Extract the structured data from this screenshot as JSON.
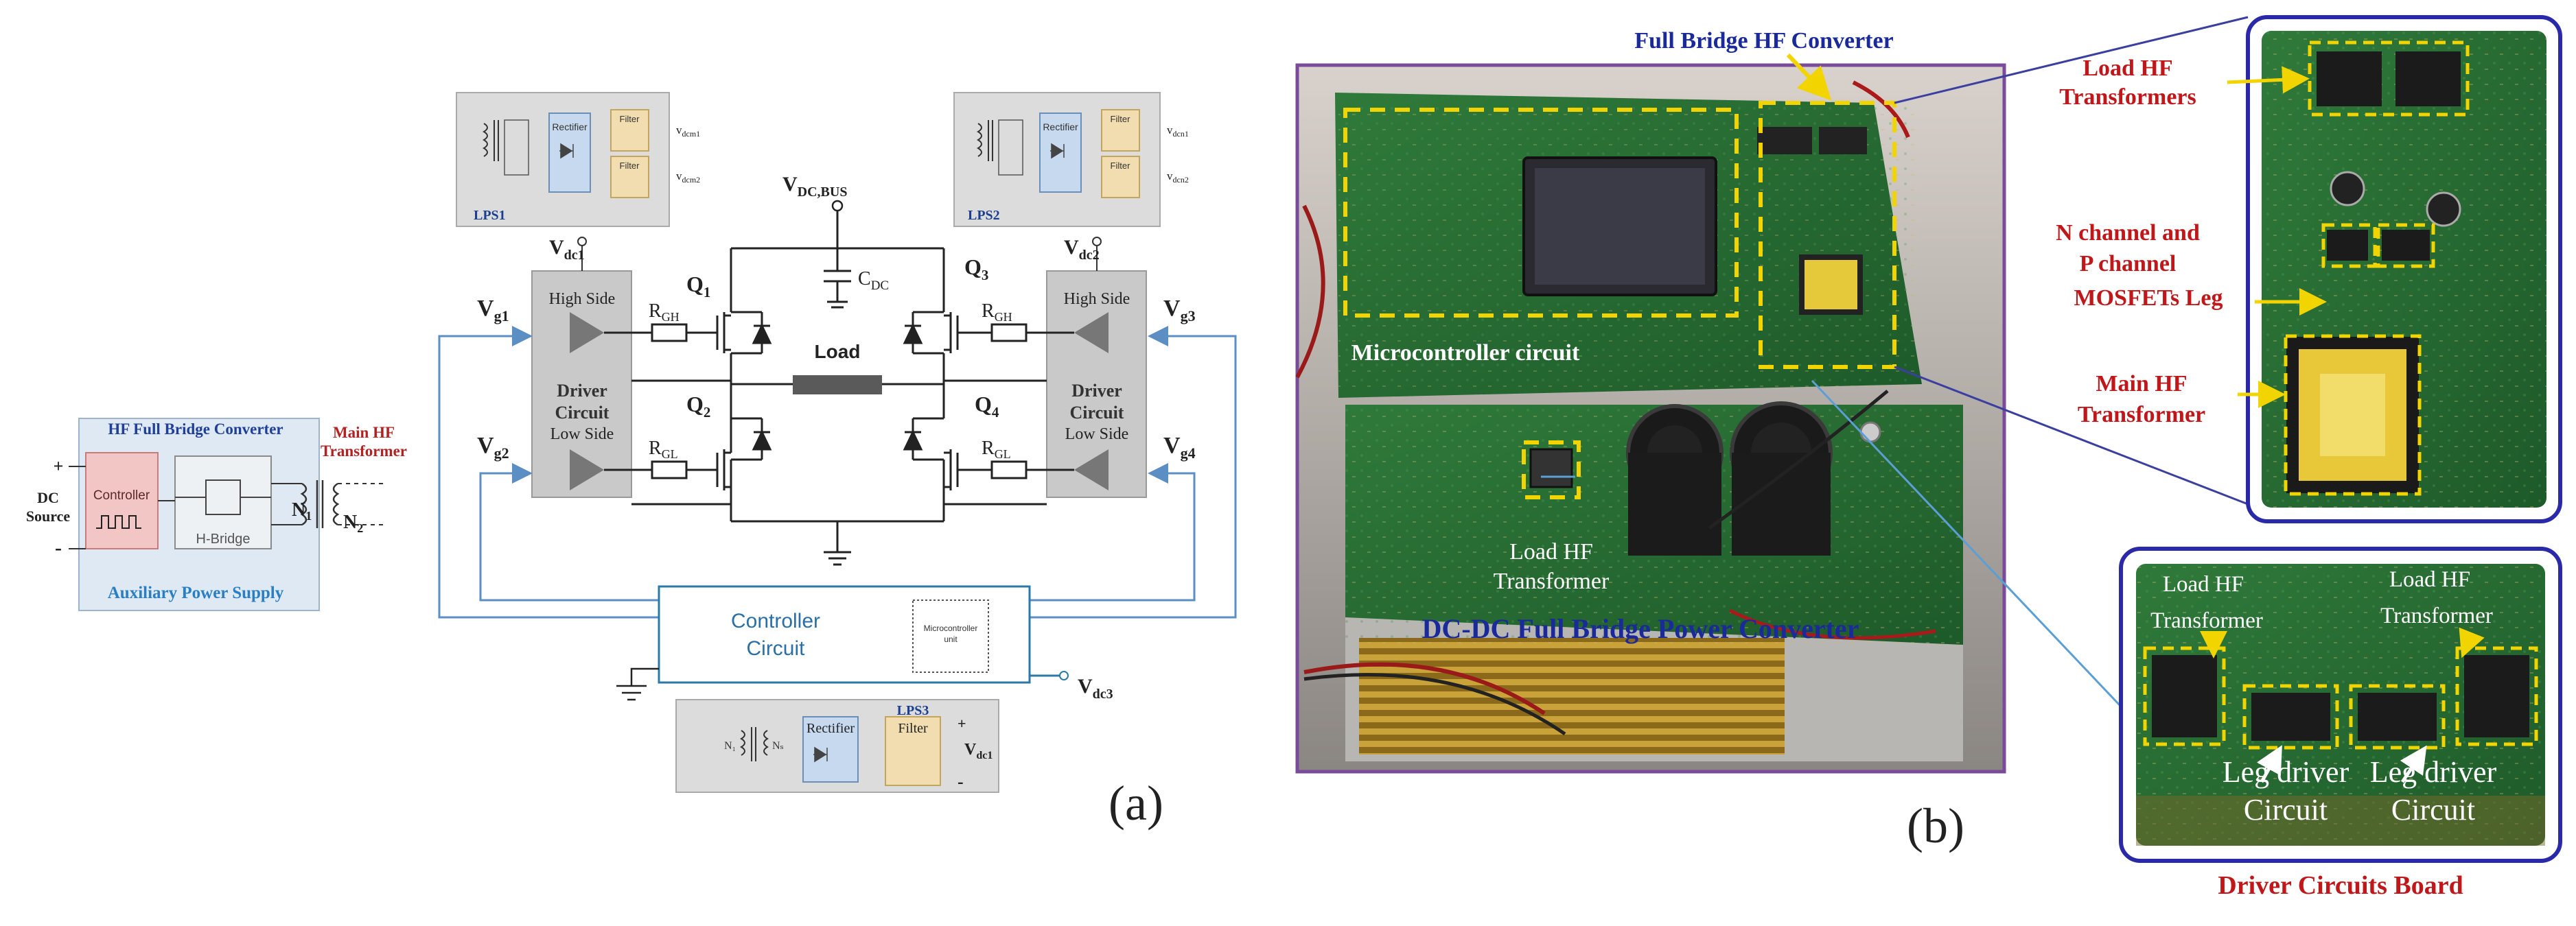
{
  "panel_a": {
    "letter": "(a)",
    "aux": {
      "title": "HF Full Bridge Converter",
      "controller": "Controller",
      "hbridge": "H-Bridge",
      "main_hf_l1": "Main HF",
      "main_hf_l2": "Transformer",
      "dc_l1": "DC",
      "dc_l2": "Source",
      "plus": "+",
      "minus": "-",
      "n1": "N",
      "n1_sub": "1",
      "n2": "N",
      "n2_sub": "2",
      "footer": "Auxiliary Power Supply"
    },
    "lps1": {
      "name": "LPS1",
      "rectifier": "Rectifier",
      "filter": "Filter",
      "out1": "v",
      "out1_sub": "dcm1",
      "out2": "v",
      "out2_sub": "dcm2"
    },
    "lps2": {
      "name": "LPS2",
      "rectifier": "Rectifier",
      "filter": "Filter",
      "out1": "v",
      "out1_sub": "dcn1",
      "out2": "v",
      "out2_sub": "dcn2"
    },
    "lps3": {
      "name": "LPS3",
      "rectifier": "Rectifier",
      "filter": "Filter",
      "out": "V",
      "out_sub": "dc1",
      "plus": "+",
      "minus": "-"
    },
    "bridge": {
      "vbus": "V",
      "vbus_sub": "DC,BUS",
      "cdc": "C",
      "cdc_sub": "DC",
      "load": "Load",
      "q1": "Q",
      "q1_sub": "1",
      "q2": "Q",
      "q2_sub": "2",
      "q3": "Q",
      "q3_sub": "3",
      "q4": "Q",
      "q4_sub": "4",
      "rgh": "R",
      "rgh_sub": "GH",
      "rgl": "R",
      "rgl_sub": "GL"
    },
    "drivers": {
      "vdc1": "V",
      "vdc1_sub": "dc1",
      "vdc2": "V",
      "vdc2_sub": "dc2",
      "vdc3": "V",
      "vdc3_sub": "dc3",
      "high_side": "High Side",
      "low_side": "Low Side",
      "driver_l1": "Driver",
      "driver_l2": "Circuit",
      "vg1": "V",
      "vg1_sub": "g1",
      "vg2": "V",
      "vg2_sub": "g2",
      "vg3": "V",
      "vg3_sub": "g3",
      "vg4": "V",
      "vg4_sub": "g4"
    },
    "controller": {
      "l1": "Controller",
      "l2": "Circuit",
      "chip_l1": "Microcontroller",
      "chip_l2": "unit"
    }
  },
  "panel_b": {
    "letter": "(b)",
    "top_label": "Full  Bridge HF Converter",
    "micro_label": "Microcontroller circuit",
    "load_hf_l1": "Load HF",
    "load_hf_l2": "Transformer",
    "dcdc_label": "DC-DC Full Bridge Power Converter",
    "inset_top": {
      "load_hf_l1": "Load HF",
      "load_hf_l2": "Transformers",
      "mosfet_l1": "N channel and",
      "mosfet_l2": "P channel",
      "mosfet_l3": "MOSFETs Leg",
      "main_hf_l1": "Main HF",
      "main_hf_l2": "Transformer"
    },
    "inset_bottom": {
      "load_hf_l1": "Load HF",
      "load_hf_l2": "Transformer",
      "load_hf_r1": "Load HF",
      "load_hf_r2": "Transformer",
      "leg_l1": "Leg driver",
      "leg_l2": "Circuit",
      "leg_r1": "Leg driver",
      "leg_r2": "Circuit",
      "caption": "Driver Circuits Board"
    }
  }
}
